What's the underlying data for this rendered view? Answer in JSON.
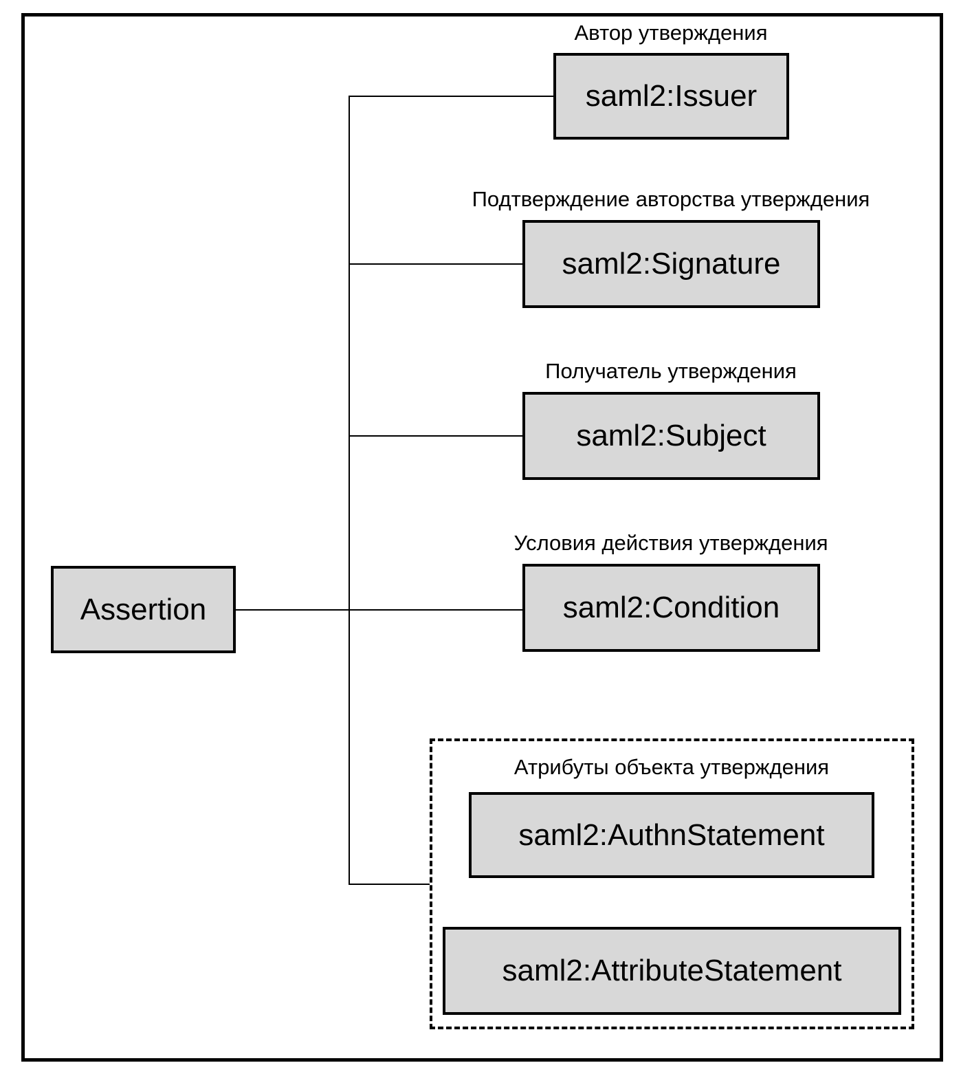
{
  "diagram": {
    "root": {
      "label": "Assertion"
    },
    "nodes": [
      {
        "caption": "Автор утверждения",
        "label": "saml2:Issuer"
      },
      {
        "caption": "Подтверждение авторства утверждения",
        "label": "saml2:Signature"
      },
      {
        "caption": "Получатель утверждения",
        "label": "saml2:Subject"
      },
      {
        "caption": "Условия действия утверждения",
        "label": "saml2:Condition"
      }
    ],
    "group": {
      "caption": "Атрибуты объекта утверждения",
      "nodes": [
        {
          "label": "saml2:AuthnStatement"
        },
        {
          "label": "saml2:AttributeStatement"
        }
      ]
    },
    "colors": {
      "node_fill": "#d8d8d8",
      "node_border": "#000000",
      "line": "#000000",
      "background": "#ffffff"
    }
  }
}
